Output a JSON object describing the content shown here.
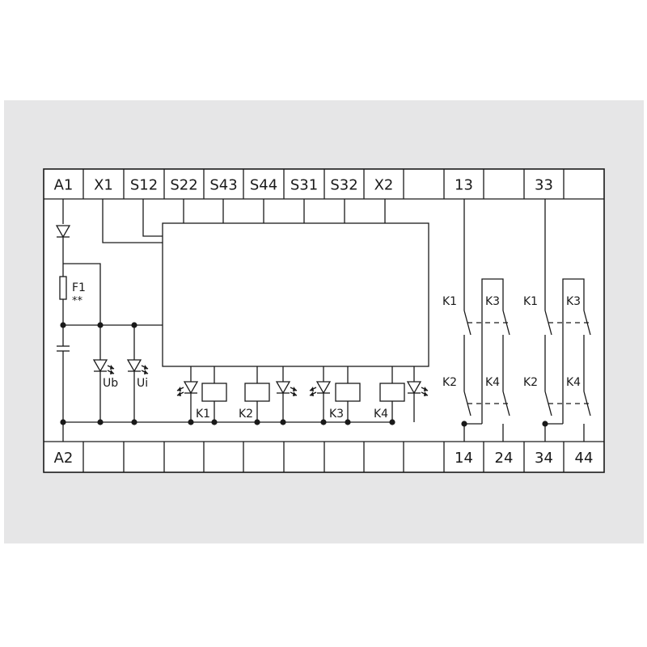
{
  "top_terminals": [
    "A1",
    "X1",
    "S12",
    "S22",
    "S43",
    "S44",
    "S31",
    "S32",
    "X2",
    "",
    "13",
    "",
    "33",
    ""
  ],
  "bottom_terminals": [
    "A2",
    "",
    "",
    "",
    "",
    "",
    "",
    "",
    "",
    "",
    "14",
    "24",
    "34",
    "44"
  ],
  "components": {
    "fuse": "F1",
    "fuse_note": "**",
    "led_ub": "Ub",
    "led_ui": "Ui",
    "relays": [
      "K1",
      "K2",
      "K3",
      "K4"
    ]
  },
  "contacts": {
    "group1": {
      "upper_left": "K1",
      "upper_right": "K3",
      "lower_left": "K2",
      "lower_right": "K4"
    },
    "group2": {
      "upper_left": "K1",
      "upper_right": "K3",
      "lower_left": "K2",
      "lower_right": "K4"
    }
  },
  "colors": {
    "background": "#e6e6e7",
    "line": "#1a1a1a",
    "box": "#ffffff"
  }
}
